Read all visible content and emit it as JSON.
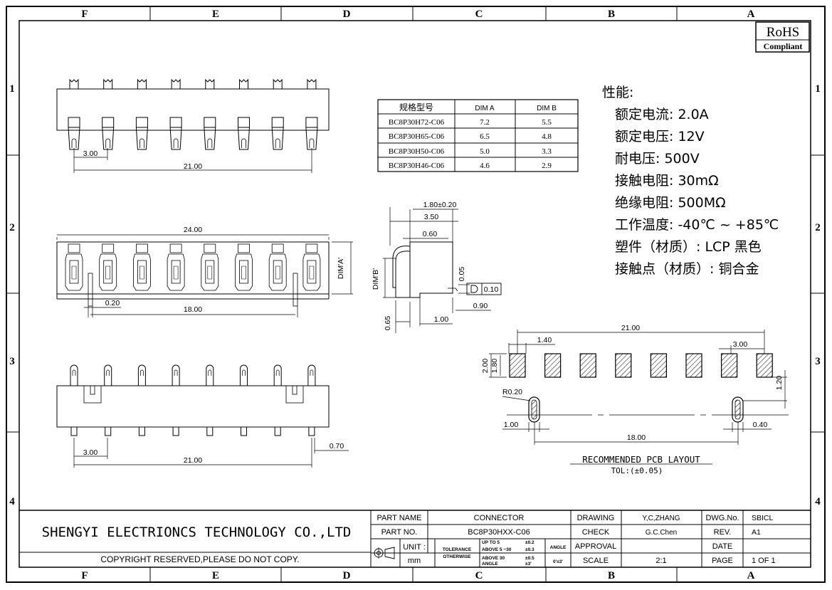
{
  "border": {
    "columns": [
      "F",
      "E",
      "D",
      "C",
      "B",
      "A"
    ],
    "rows": [
      "1",
      "2",
      "3",
      "4"
    ]
  },
  "rohs": {
    "line1": "RoHS",
    "line2": "Compliant"
  },
  "dim_table": {
    "headers": [
      "规格型号",
      "DIM A",
      "DIM B"
    ],
    "rows": [
      [
        "BC8P30H72-C06",
        "7.2",
        "5.5"
      ],
      [
        "BC8P30H65-C06",
        "6.5",
        "4.8"
      ],
      [
        "BC8P30H50-C06",
        "5.0",
        "3.3"
      ],
      [
        "BC8P30H46-C06",
        "4.6",
        "2.9"
      ]
    ]
  },
  "specs": {
    "title": "性能:",
    "lines": [
      "额定电流: 2.0A",
      "额定电压: 12V",
      "耐电压: 500V",
      "接触电阻: 30mΩ",
      "绝缘电阻: 500MΩ",
      "工作温度: -40℃ ~ +85℃",
      "塑件（材质）: LCP 黑色",
      "接触点（材质）: 铜合金"
    ]
  },
  "views": {
    "top": {
      "d_pitch": "3.00",
      "d_total": "21.00"
    },
    "front": {
      "d_overall": "24.00",
      "d_small": "0.20",
      "d_post": "18.00",
      "d_height": "DIM'A'"
    },
    "bottom": {
      "d_pitch": "3.00",
      "d_total": "21.00",
      "d_pin": "0.70"
    },
    "side": {
      "d_tol": "1.80±0.20",
      "d_w": "3.50",
      "d_s": "0.60",
      "d_dimb": "DIM'B'",
      "d_05": "0.05",
      "flat": "0.10",
      "d_090": "0.90",
      "d_100": "1.00",
      "d_065": "0.65"
    },
    "pcb": {
      "d_total": "21.00",
      "d_140": "1.40",
      "d_pitch": "3.00",
      "d_200": "2.00",
      "d_180": "1.80",
      "d_120": "1.20",
      "d_r": "R0.20",
      "d_100": "1.00",
      "d_040": "0.40",
      "d_post": "18.00",
      "title": "RECOMMENDED PCB LAYOUT",
      "tol": "TOL:(±0.05)"
    }
  },
  "title_block": {
    "company": "SHENGYI ELECTRIONCS TECHNOLOGY CO.,LTD",
    "copyright": "COPYRIGHT RESERVED,PLEASE DO NOT COPY.",
    "part_name_label": "PART NAME",
    "part_name": "CONNECTOR",
    "part_no_label": "PART NO.",
    "part_no": "BC8P30HXX-C06",
    "unit_label": "UNIT :",
    "unit": "mm",
    "tol_label": "TOLERANCE",
    "tol_label2": "OTHERWISE",
    "tol_rows": [
      "UP TO 5",
      "ABOVE 5 ~30",
      "ABOVE 30",
      "ANGLE"
    ],
    "tol_vals": [
      "±0.2",
      "±0.3",
      "±0.5",
      "±3'"
    ],
    "angle_label": "ANGLE",
    "angle_val": "0'±3'",
    "drawing_label": "DRAWING",
    "drawing": "Y,C,ZHANG",
    "check_label": "CHECK",
    "check": "G.C.Chen",
    "approval_label": "APPROVAL",
    "scale_label": "SCALE",
    "scale": "2:1",
    "dwg_label": "DWG.No.",
    "dwg": "SBICL",
    "rev_label": "REV.",
    "rev": "A1",
    "date_label": "DATE",
    "page_label": "PAGE",
    "page": "1 OF 1"
  }
}
